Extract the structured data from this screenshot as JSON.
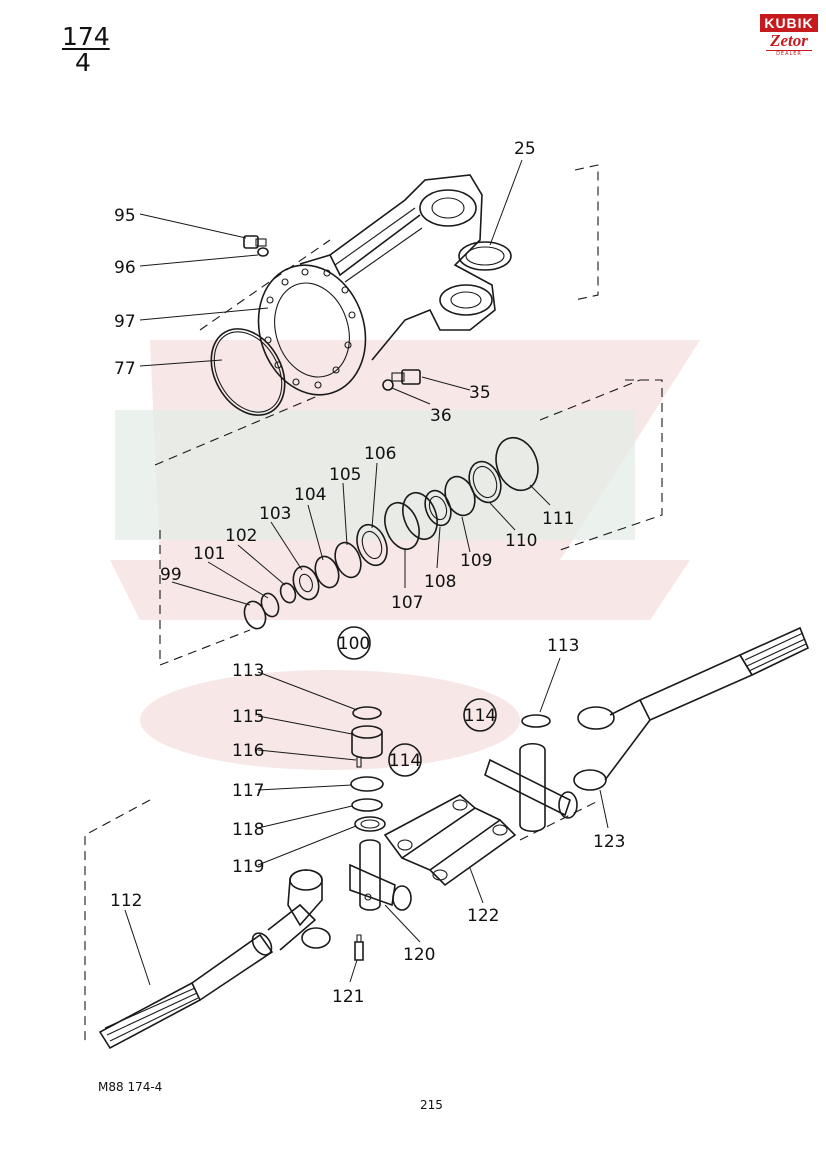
{
  "header": {
    "group_number": "174",
    "sheet_number": "4"
  },
  "logo": {
    "brand_top": "KUBIK",
    "brand_bottom": "Zetor",
    "brand_small": "DEALER"
  },
  "colors": {
    "logo_red": "#c61a1f",
    "watermark_pink": "#f1d4d4",
    "watermark_green": "#e3ece7"
  },
  "callouts": [
    {
      "id": "c25",
      "text": "25"
    },
    {
      "id": "c95",
      "text": "95"
    },
    {
      "id": "c96",
      "text": "96"
    },
    {
      "id": "c97",
      "text": "97"
    },
    {
      "id": "c77",
      "text": "77"
    },
    {
      "id": "c35",
      "text": "35"
    },
    {
      "id": "c36",
      "text": "36"
    },
    {
      "id": "c106",
      "text": "106"
    },
    {
      "id": "c105",
      "text": "105"
    },
    {
      "id": "c104",
      "text": "104"
    },
    {
      "id": "c103",
      "text": "103"
    },
    {
      "id": "c102",
      "text": "102"
    },
    {
      "id": "c101",
      "text": "101"
    },
    {
      "id": "c99",
      "text": "99"
    },
    {
      "id": "c107",
      "text": "107"
    },
    {
      "id": "c108",
      "text": "108"
    },
    {
      "id": "c109",
      "text": "109"
    },
    {
      "id": "c110",
      "text": "110"
    },
    {
      "id": "c111",
      "text": "111"
    },
    {
      "id": "c100",
      "text": "100"
    },
    {
      "id": "c113a",
      "text": "113"
    },
    {
      "id": "c113b",
      "text": "113"
    },
    {
      "id": "c114a",
      "text": "114"
    },
    {
      "id": "c114b",
      "text": "114"
    },
    {
      "id": "c115",
      "text": "115"
    },
    {
      "id": "c116",
      "text": "116"
    },
    {
      "id": "c117",
      "text": "117"
    },
    {
      "id": "c118",
      "text": "118"
    },
    {
      "id": "c119",
      "text": "119"
    },
    {
      "id": "c112",
      "text": "112"
    },
    {
      "id": "c120",
      "text": "120"
    },
    {
      "id": "c121",
      "text": "121"
    },
    {
      "id": "c122",
      "text": "122"
    },
    {
      "id": "c123",
      "text": "123"
    }
  ],
  "footer": {
    "drawing_code": "M88   174-4",
    "page_number": "215"
  }
}
